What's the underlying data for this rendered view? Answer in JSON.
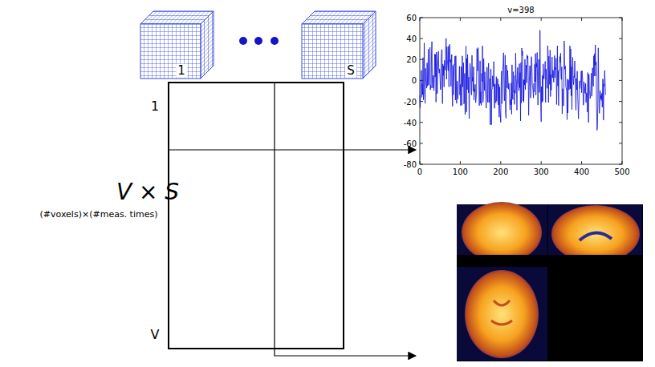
{
  "diagram": {
    "labels": [
      "1",
      "S",
      "1",
      "V",
      "V × S",
      "(#voxels)×(#meas. times)",
      "v=398",
      "60",
      "40",
      "20",
      "0",
      "-20",
      "-40",
      "-60",
      "-80",
      "0",
      "100",
      "200",
      "300",
      "400",
      "500"
    ]
  }
}
